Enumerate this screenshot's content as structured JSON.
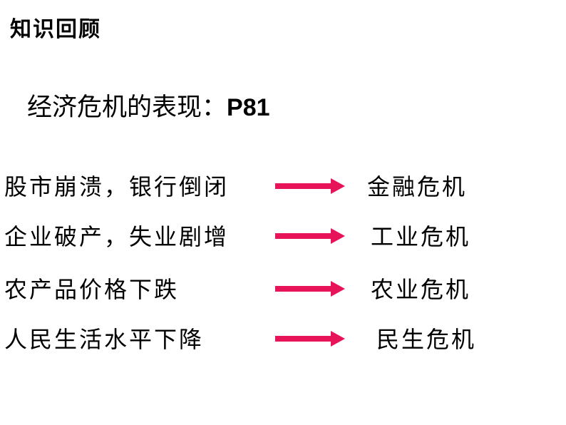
{
  "heading": "知识回顾",
  "subtitle": {
    "text": "经济危机的表现：",
    "page_ref": "P81"
  },
  "arrow_color": "#e8145a",
  "rows": [
    {
      "cause": "股市崩溃，银行倒闭",
      "result": "金融危机"
    },
    {
      "cause": "企业破产，失业剧增",
      "result": "工业危机"
    },
    {
      "cause": "农产品价格下跌",
      "result": "农业危机"
    },
    {
      "cause": "人民生活水平下降",
      "result": "民生危机"
    }
  ]
}
